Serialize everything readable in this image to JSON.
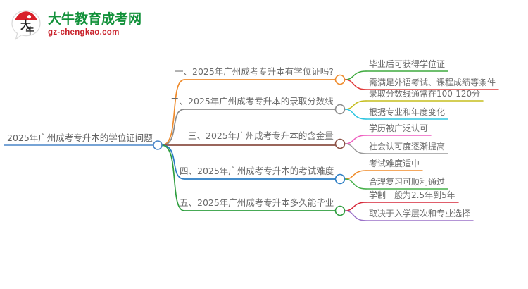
{
  "logo": {
    "name_cn": "大牛教育成考网",
    "domain": "gz-chengkao.com",
    "mark_text": "大牛",
    "color_green": "#12913a",
    "color_red": "#c8202a"
  },
  "mindmap": {
    "root": {
      "label": "2025年广州成考专升本的学位证问题",
      "underline_color": "#4a86c8",
      "node_color": "#4a86c8"
    },
    "branches": [
      {
        "index": "1",
        "label": "一、2025年广州成考专升本有学位证吗?",
        "line_color": "#ef8b2c",
        "node_color": "#ef8b2c",
        "children": [
          {
            "label": "毕业后可获得学位证",
            "line_color": "#3faa3f"
          },
          {
            "label": "需满足外语考试、课程成绩等条件",
            "line_color": "#e03a3a"
          }
        ]
      },
      {
        "index": "2",
        "label": "二、2025年广州成考专升本的录取分数线",
        "line_color": "#8c8c8c",
        "node_color": "#8c8c8c",
        "children": [
          {
            "label": "录取分数线通常在100-120分",
            "line_color": "#c5bd1e"
          },
          {
            "label": "根据专业和年度变化",
            "line_color": "#2ec5e0"
          }
        ]
      },
      {
        "index": "3",
        "label": "三、2025年广州成考专升本的含金量",
        "line_color": "#8c5044",
        "node_color": "#8c5044",
        "children": [
          {
            "label": "学历被广泛认可",
            "line_color": "#ee5fc0"
          },
          {
            "label": "社会认可度逐渐提高",
            "line_color": "#9a9a9a"
          }
        ]
      },
      {
        "index": "4",
        "label": "四、2025年广州成考专升本的考试难度",
        "line_color": "#2b7dc4",
        "node_color": "#2b7dc4",
        "children": [
          {
            "label": "考试难度适中",
            "line_color": "#f08c2a"
          },
          {
            "label": "合理复习可顺利通过",
            "line_color": "#46b04a"
          }
        ]
      },
      {
        "index": "5",
        "label": "五、2025年广州成考专升本多久能毕业",
        "line_color": "#2f9e3f",
        "node_color": "#2f9e3f",
        "children": [
          {
            "label": "学制一般为2.5年到5年",
            "line_color": "#d6293a"
          },
          {
            "label": "取决于入学层次和专业选择",
            "line_color": "#9b72c9"
          }
        ]
      }
    ]
  }
}
